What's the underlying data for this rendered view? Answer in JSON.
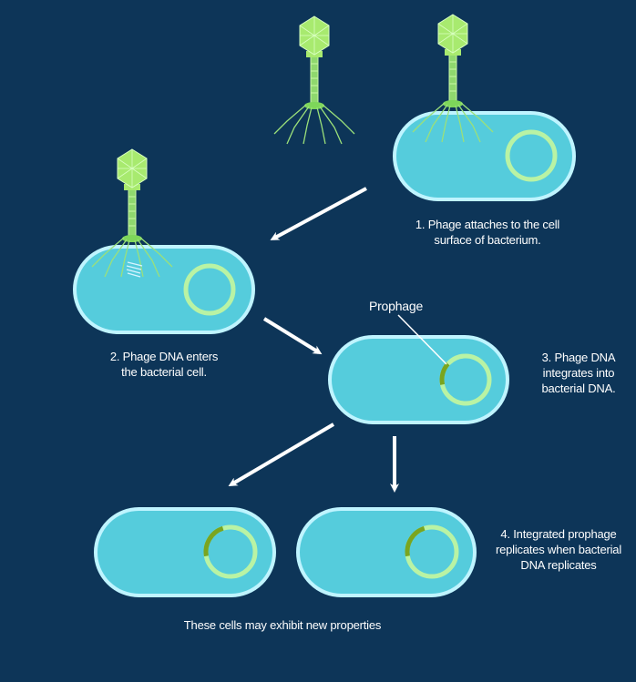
{
  "colors": {
    "background": "#0d3558",
    "cell_fill": "#55ccdc",
    "cell_stroke": "#bff4ff",
    "plasmid_ring": "#b9f3a4",
    "prophage_segment": "#7aa51f",
    "phage_head": "#a8ea6f",
    "phage_tail": "#88d66a",
    "arrow": "#ffffff"
  },
  "steps": {
    "step1": "1. Phage attaches to the cell\nsurface of bacterium.",
    "step2": "2. Phage DNA enters\nthe bacterial cell.",
    "step3": "3. Phage DNA\nintegrates into\nbacterial DNA.",
    "step4": "4. Integrated prophage\nreplicates when bacterial\nDNA replicates"
  },
  "labels": {
    "prophage": "Prophage",
    "new_properties": "These cells may exhibit new properties"
  },
  "icons": [
    "bacteriophage-icon",
    "bacterial-cell-icon",
    "plasmid-ring-icon",
    "prophage-segment-icon",
    "phage-dna-icon",
    "arrow-icon"
  ]
}
